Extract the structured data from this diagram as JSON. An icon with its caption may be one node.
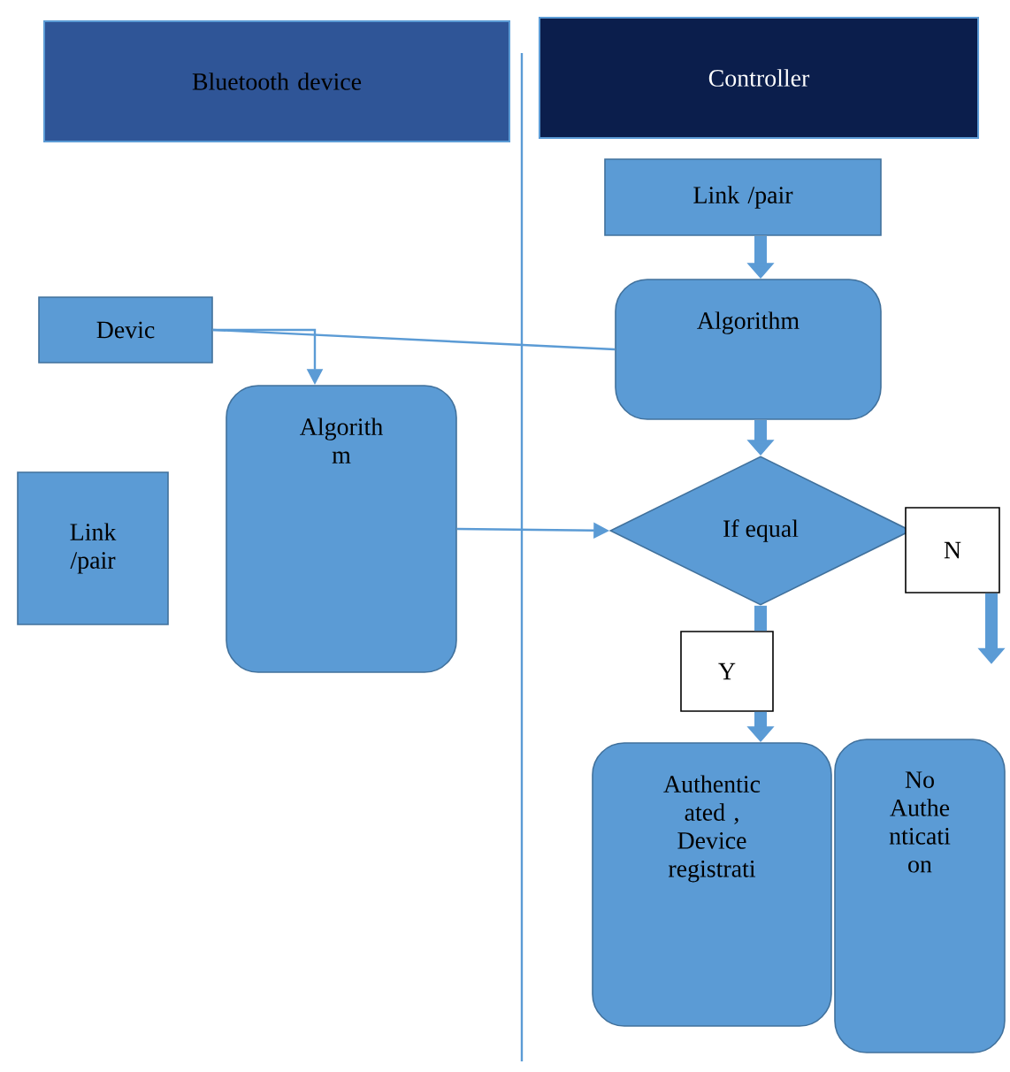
{
  "diagram": {
    "nodes": [
      {
        "text": [
          "Bluetooth device"
        ]
      },
      {
        "text": [
          "Controller"
        ]
      },
      {
        "text": [
          "Devic"
        ]
      },
      {
        "text": [
          "Link /pair"
        ]
      },
      {
        "text": [
          "Algorith m"
        ]
      },
      {
        "text": [
          "Link /pair"
        ]
      },
      {
        "text": [
          "Algorithm"
        ]
      },
      {
        "text": [
          "If equal"
        ]
      },
      {
        "text": [
          "N"
        ]
      },
      {
        "text": [
          "Y"
        ]
      },
      {
        "text": [
          "Authentic ated , Device registrati"
        ]
      },
      {
        "text": [
          "No Authe nticati on"
        ]
      }
    ],
    "edges": [
      {
        "from": 2,
        "to": 6,
        "arrow": "none"
      },
      {
        "from": 2,
        "to": 4,
        "arrow": "to"
      },
      {
        "from": 4,
        "to": 7,
        "arrow": "to"
      },
      {
        "from": 5,
        "to": 6,
        "arrow": "to"
      },
      {
        "from": 6,
        "to": 7,
        "arrow": "to"
      },
      {
        "from": 7,
        "to": 9,
        "arrow": "none"
      },
      {
        "from": 9,
        "to": 10,
        "arrow": "to"
      },
      {
        "from": 8,
        "to": null,
        "arrow": "to"
      }
    ]
  }
}
